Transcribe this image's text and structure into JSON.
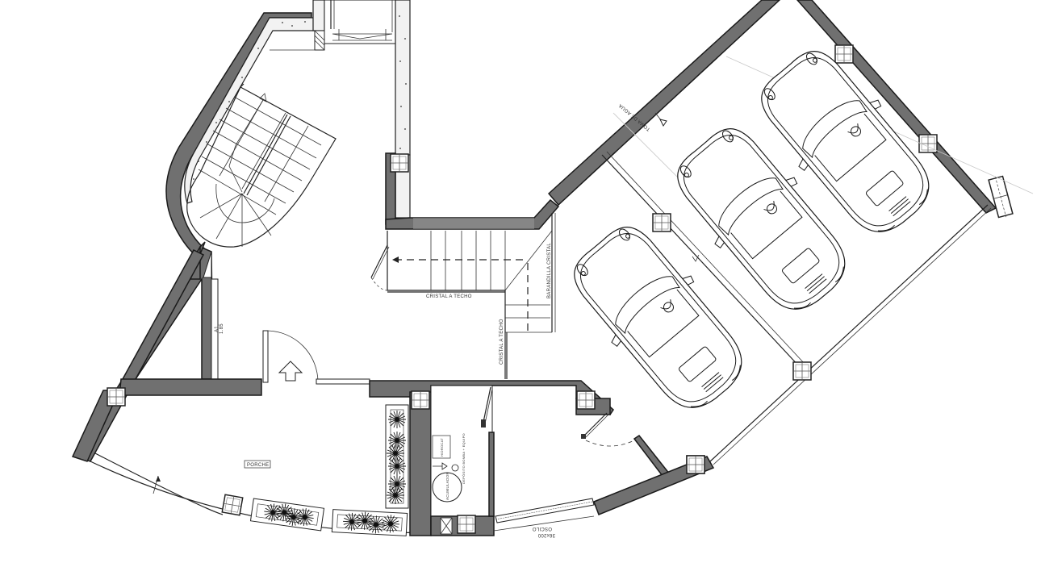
{
  "drawing": {
    "type": "architectural-floor-plan",
    "colors": {
      "wall_fill": "#707070",
      "wall_stroke": "#1a1a1a",
      "background": "#ffffff",
      "line": "#222222"
    }
  },
  "labels": {
    "glass_to_ceiling_horizontal": "CRISTAL A TECHO",
    "glass_to_ceiling_vertical": "CRISTAL A TECHO",
    "glass_railing": "BARANDILLA CRISTAL",
    "water_outlet": "TOMA DE AGUA",
    "porch": "PORCHE",
    "accumulator": "ACUMULADOR",
    "heater_box": "HIDROCAT",
    "water_heater": "DEPÓSITO BOMBA + EQUIPO",
    "window_dimension": "36x200",
    "window_type": "OSCILO",
    "window_height_a": "A1",
    "window_height_value": "1.85"
  },
  "rooms": [
    {
      "name": "stair-hall",
      "label": ""
    },
    {
      "name": "entrance-hall",
      "label": ""
    },
    {
      "name": "garage",
      "label": "",
      "cars": 3
    },
    {
      "name": "porch",
      "label": "PORCHE"
    },
    {
      "name": "utility-room",
      "label": ""
    },
    {
      "name": "lobby",
      "label": ""
    }
  ],
  "icons": {
    "entrance_arrow": "entrance-arrow-icon",
    "stair_direction": "stair-direction-arrow-icon",
    "water_tap": "water-tap-icon"
  }
}
